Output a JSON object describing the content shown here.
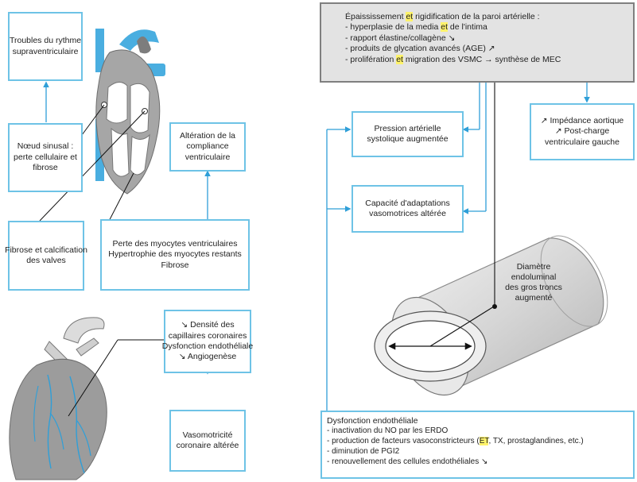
{
  "left_top": {
    "rhythm": [
      "Troubles du rythme",
      "supraventriculaire"
    ],
    "sinus": [
      "Nœud sinusal :",
      "perte cellulaire et",
      "fibrose"
    ],
    "compliance": [
      "Altération de la",
      "compliance",
      "ventriculaire"
    ],
    "valves": [
      "Fibrose et calcification",
      "des valves"
    ],
    "myocytes": [
      "Perte des myocytes ventriculaires",
      "Hypertrophie des myocytes restants",
      "Fibrose"
    ]
  },
  "left_bottom": {
    "capillaries": [
      "↘ Densité des",
      "capillaires coronaires",
      "Dysfonction endothéliale",
      "↘ Angiogenèse"
    ],
    "vasomotricity": [
      "Vasomotricité",
      "coronaire altérée"
    ]
  },
  "right": {
    "wall": {
      "title_pre": "Épaississement ",
      "title_hl": "et",
      "title_post": " rigidification de la paroi artérielle :",
      "line1_pre": "- hyperplasie de la media ",
      "line1_hl": "et",
      "line1_post": " de l'intima",
      "line2": "- rapport élastine/collagène ↘",
      "line3": "- produits de glycation avancés (AGE) ↗",
      "line4_pre": "- prolifération ",
      "line4_hl": "et",
      "line4_post": " migration des VSMC → synthèse de MEC"
    },
    "pressure": [
      "Pression artérielle",
      "systolique augmentée"
    ],
    "impedance": [
      "↗ Impédance aortique",
      "↗ Post-charge",
      "ventriculaire gauche"
    ],
    "adaptation": [
      "Capacité d'adaptations",
      "vasomotrices altérée"
    ],
    "diameter": [
      "Diamètre",
      "endoluminal",
      "des gros troncs",
      "augmenté"
    ],
    "endothelial": {
      "title": "Dysfonction endothéliale",
      "line1": "- inactivation du NO par les ERDO",
      "line2_pre": "- production de facteurs vasoconstricteurs (",
      "line2_hl": "ET",
      "line2_post": ", TX, prostaglandines, etc.)",
      "line3": "- diminution de PGI2",
      "line4": "- renouvellement des cellules endothéliales ↘"
    }
  },
  "colors": {
    "box_border": "#6ec3e6",
    "arrow": "#2f9fd8",
    "highlight": "#fff36b",
    "wall_box_bg": "#e3e3e3",
    "vessel_blue": "#4aaee0",
    "heart_gray": "#9a9a9a"
  }
}
